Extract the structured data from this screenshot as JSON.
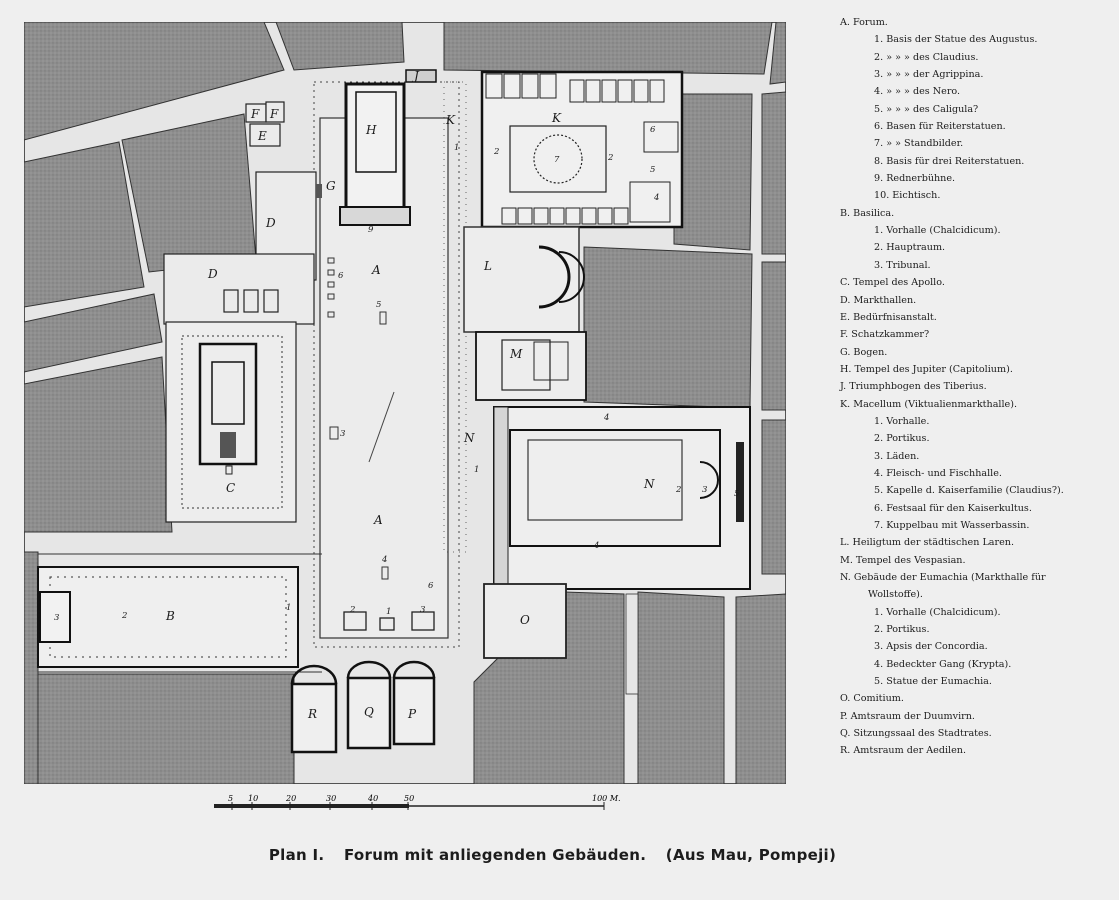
{
  "map_labels": {
    "A": "A",
    "B": "B",
    "C": "C",
    "D": "D",
    "E": "E",
    "F": "F",
    "G": "G",
    "H": "H",
    "J": "J",
    "K": "K",
    "L": "L",
    "M": "M",
    "N": "N",
    "O": "O",
    "P": "P",
    "Q": "Q",
    "R": "R",
    "n1": "1",
    "n2": "2",
    "n3": "3",
    "n4": "4",
    "n5": "5",
    "n6": "6",
    "n7": "7",
    "n9": "9"
  },
  "legend": [
    {
      "level": "main",
      "text": "A. Forum."
    },
    {
      "level": "sub",
      "text": "1. Basis der Statue des Augustus."
    },
    {
      "level": "sub",
      "text": "2.   »    »    »    des Claudius."
    },
    {
      "level": "sub",
      "text": "3.   »    »    »    der Agrippina."
    },
    {
      "level": "sub",
      "text": "4.   »    »    »    des Nero."
    },
    {
      "level": "sub",
      "text": "5.   »    »    »    des Caligula?"
    },
    {
      "level": "sub",
      "text": "6. Basen für Reiterstatuen."
    },
    {
      "level": "sub",
      "text": "7.   »    »  Standbilder."
    },
    {
      "level": "sub",
      "text": "8. Basis für drei Reiterstatuen."
    },
    {
      "level": "sub",
      "text": "9. Rednerbühne."
    },
    {
      "level": "sub",
      "text": "10. Eichtisch."
    },
    {
      "level": "main",
      "text": "B. Basilica."
    },
    {
      "level": "sub",
      "text": "1. Vorhalle (Chalcidicum)."
    },
    {
      "level": "sub",
      "text": "2. Hauptraum."
    },
    {
      "level": "sub",
      "text": "3. Tribunal."
    },
    {
      "level": "main",
      "text": "C. Tempel des Apollo."
    },
    {
      "level": "main",
      "text": "D. Markthallen."
    },
    {
      "level": "main",
      "text": "E. Bedürfnisanstalt."
    },
    {
      "level": "main",
      "text": "F. Schatzkammer?"
    },
    {
      "level": "main",
      "text": "G. Bogen."
    },
    {
      "level": "main",
      "text": "H. Tempel des Jupiter (Capitolium)."
    },
    {
      "level": "main",
      "text": "J. Triumphbogen des Tiberius."
    },
    {
      "level": "main",
      "text": "K. Macellum (Viktualienmarkthalle)."
    },
    {
      "level": "sub",
      "text": "1. Vorhalle."
    },
    {
      "level": "sub",
      "text": "2. Portikus."
    },
    {
      "level": "sub",
      "text": "3. Läden."
    },
    {
      "level": "sub",
      "text": "4. Fleisch- und Fischhalle."
    },
    {
      "level": "sub",
      "text": "5. Kapelle d. Kaiserfamilie (Claudius?)."
    },
    {
      "level": "sub",
      "text": "6. Festsaal für den Kaiserkultus."
    },
    {
      "level": "sub",
      "text": "7. Kuppelbau mit Wasserbassin."
    },
    {
      "level": "main",
      "text": "L. Heiligtum der städtischen Laren."
    },
    {
      "level": "main",
      "text": "M. Tempel des Vespasian."
    },
    {
      "level": "main",
      "text": "N. Gebäude der Eumachia (Markthalle für"
    },
    {
      "level": "wrap",
      "text": "Wollstoffe)."
    },
    {
      "level": "sub",
      "text": "1. Vorhalle (Chalcidicum)."
    },
    {
      "level": "sub",
      "text": "2. Portikus."
    },
    {
      "level": "sub",
      "text": "3. Apsis der Concordia."
    },
    {
      "level": "sub",
      "text": "4. Bedeckter Gang (Krypta)."
    },
    {
      "level": "sub",
      "text": "5. Statue der Eumachia."
    },
    {
      "level": "main",
      "text": "O. Comitium."
    },
    {
      "level": "main",
      "text": "P. Amtsraum der Duumvirn."
    },
    {
      "level": "main",
      "text": "Q. Sitzungssaal des Stadtrates."
    },
    {
      "level": "main",
      "text": "R. Amtsraum der Aedilen."
    }
  ],
  "scale_bar": {
    "ticks": [
      "5",
      "10",
      "20",
      "30",
      "40",
      "50",
      "100 M."
    ]
  },
  "caption": {
    "plan": "Plan I.",
    "title": "Forum mit anliegenden Gebäuden.",
    "source": "(Aus Mau, Pompeji)"
  }
}
